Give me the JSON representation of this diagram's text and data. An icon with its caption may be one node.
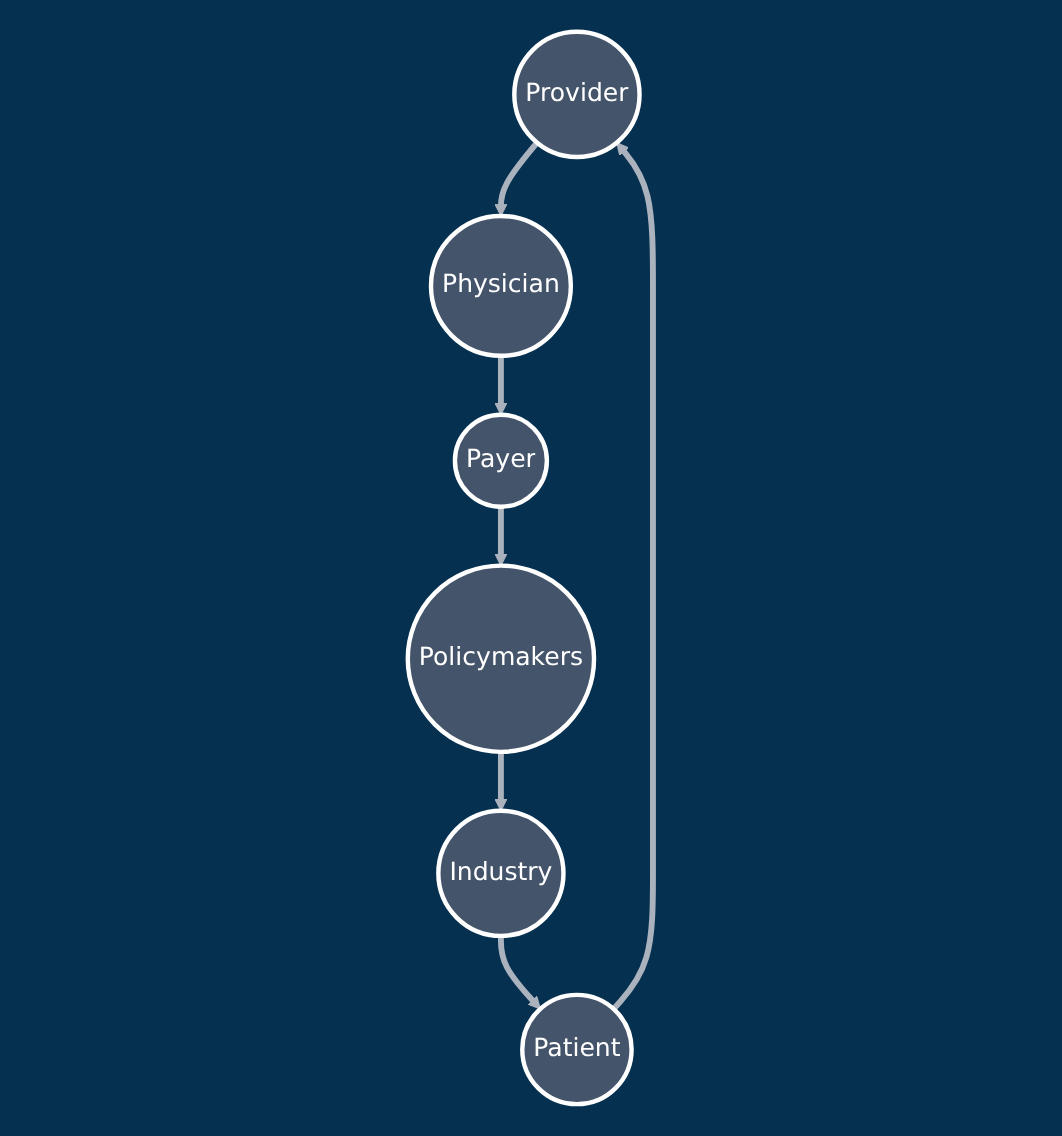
{
  "diagram": {
    "nodes": [
      {
        "text": [
          "Provider"
        ]
      },
      {
        "text": [
          "Physician"
        ]
      },
      {
        "text": [
          "Payer"
        ]
      },
      {
        "text": [
          "Policymakers"
        ]
      },
      {
        "text": [
          "Industry"
        ]
      },
      {
        "text": [
          "Patient"
        ]
      }
    ],
    "edges": [
      {
        "from": 0,
        "to": 1,
        "arrow": "to"
      },
      {
        "from": 1,
        "to": 2,
        "arrow": "to"
      },
      {
        "from": 2,
        "to": 3,
        "arrow": "to"
      },
      {
        "from": 3,
        "to": 4,
        "arrow": "to"
      },
      {
        "from": 4,
        "to": 5,
        "arrow": "to"
      },
      {
        "from": 5,
        "to": 0,
        "arrow": "to"
      }
    ]
  }
}
